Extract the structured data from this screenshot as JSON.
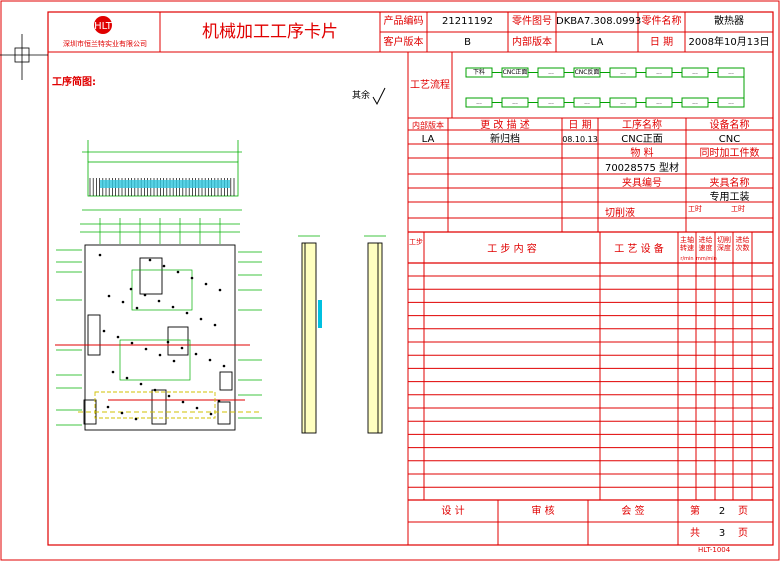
{
  "header": {
    "company": "深圳市恒兰特实业有限公司",
    "title": "机械加工工序卡片",
    "labels": {
      "product_code": "产品编码",
      "part_number": "零件图号",
      "part_name": "零件名称",
      "customer_version": "客户版本",
      "internal_version": "内部版本",
      "date": "日 期"
    },
    "values": {
      "product_code": "21211192",
      "part_number": "DKBA7.308.0993",
      "part_name": "散热器",
      "customer_version": "B",
      "internal_version": "LA",
      "date": "2008年10月13日"
    }
  },
  "sketch": {
    "label": "工序简图:",
    "surface_mark": "其余"
  },
  "process_flow": {
    "label": "工艺流程",
    "row1": [
      "下料",
      "CNC正面",
      "...",
      "CNC反面",
      "...",
      "...",
      "...",
      "..."
    ],
    "row2": [
      "...",
      "...",
      "...",
      "...",
      "...",
      "...",
      "...",
      "..."
    ]
  },
  "change_table": {
    "headers": [
      "内部版本",
      "更 改 描 述",
      "日 期"
    ],
    "rows": [
      {
        "version": "LA",
        "desc": "新归档",
        "date": "08.10.13"
      }
    ]
  },
  "info_table": {
    "op_name_label": "工序名称",
    "op_name": "CNC正面",
    "equip_name_label": "设备名称",
    "equip_name": "CNC",
    "material_label": "物 料",
    "material": "70028575 型材",
    "simul_label": "同时加工件数",
    "fixture_no_label": "夹具编号",
    "fixture_name_label": "夹具名称",
    "fixture_name": "专用工装",
    "coolant_label": "切削液",
    "time1_label": "工时",
    "time2_label": "工时"
  },
  "steps_table": {
    "headers": {
      "no": "工步",
      "content": "工 步 内 容",
      "equipment": "工 艺 设 备",
      "c4": "主轴转速",
      "c5": "进给速度",
      "c6": "切削深度",
      "c7": "进给次数"
    },
    "unit_a": "r/min",
    "unit_b": "mm/min"
  },
  "footer": {
    "design": "设 计",
    "review": "审 核",
    "countersign": "会 签",
    "page_label": "第",
    "page_no": "2",
    "page_unit": "页",
    "total_label": "共",
    "total_no": "3",
    "total_unit": "页",
    "form_code": "HLT-1004"
  }
}
